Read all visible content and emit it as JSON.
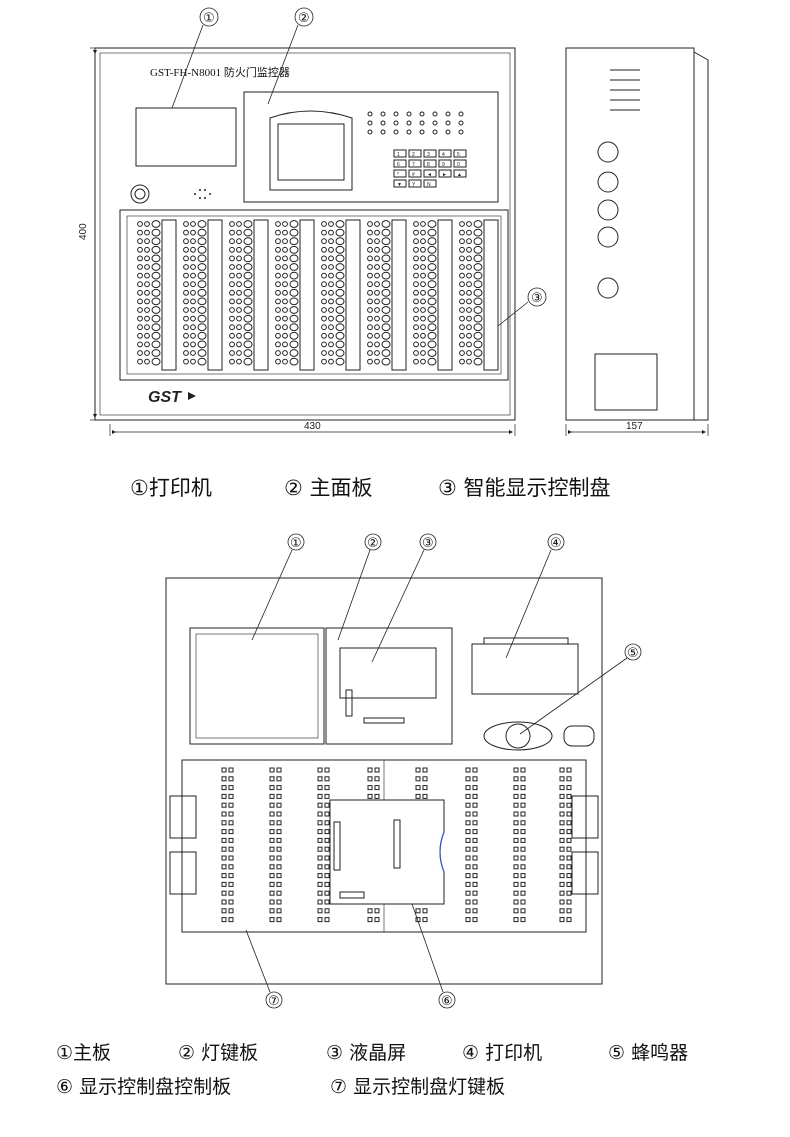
{
  "top_view": {
    "model_title": "GST-FH-N8001  防火门监控器",
    "dim_height": "400",
    "dim_width": "430",
    "dim_depth": "157",
    "logo": "GST",
    "callouts": [
      "①",
      "②",
      "③"
    ],
    "keypad_keys": [
      "1",
      "2",
      "3",
      "4",
      "5",
      "6",
      "7",
      "8",
      "9",
      "0",
      "*",
      "#",
      "◄",
      "►",
      "▲",
      "▼",
      "Y",
      "N"
    ]
  },
  "top_legend": [
    {
      "num": "①",
      "label": "打印机"
    },
    {
      "num": "②",
      "label": "主面板"
    },
    {
      "num": "③",
      "label": "智能显示控制盘"
    }
  ],
  "bottom_view": {
    "callouts": [
      "①",
      "②",
      "③",
      "④",
      "⑤",
      "⑥",
      "⑦"
    ]
  },
  "bottom_legend_row1": [
    {
      "num": "①",
      "label": "主板"
    },
    {
      "num": "②",
      "label": "灯键板"
    },
    {
      "num": "③",
      "label": "液晶屏"
    },
    {
      "num": "④",
      "label": "打印机"
    },
    {
      "num": "⑤",
      "label": "蜂鸣器"
    }
  ],
  "bottom_legend_row2": [
    {
      "num": "⑥",
      "label": "显示控制盘控制板"
    },
    {
      "num": "⑦",
      "label": "显示控制盘灯键板"
    }
  ],
  "colors": {
    "line": "#222222",
    "accent_blue": "#3355cc"
  }
}
